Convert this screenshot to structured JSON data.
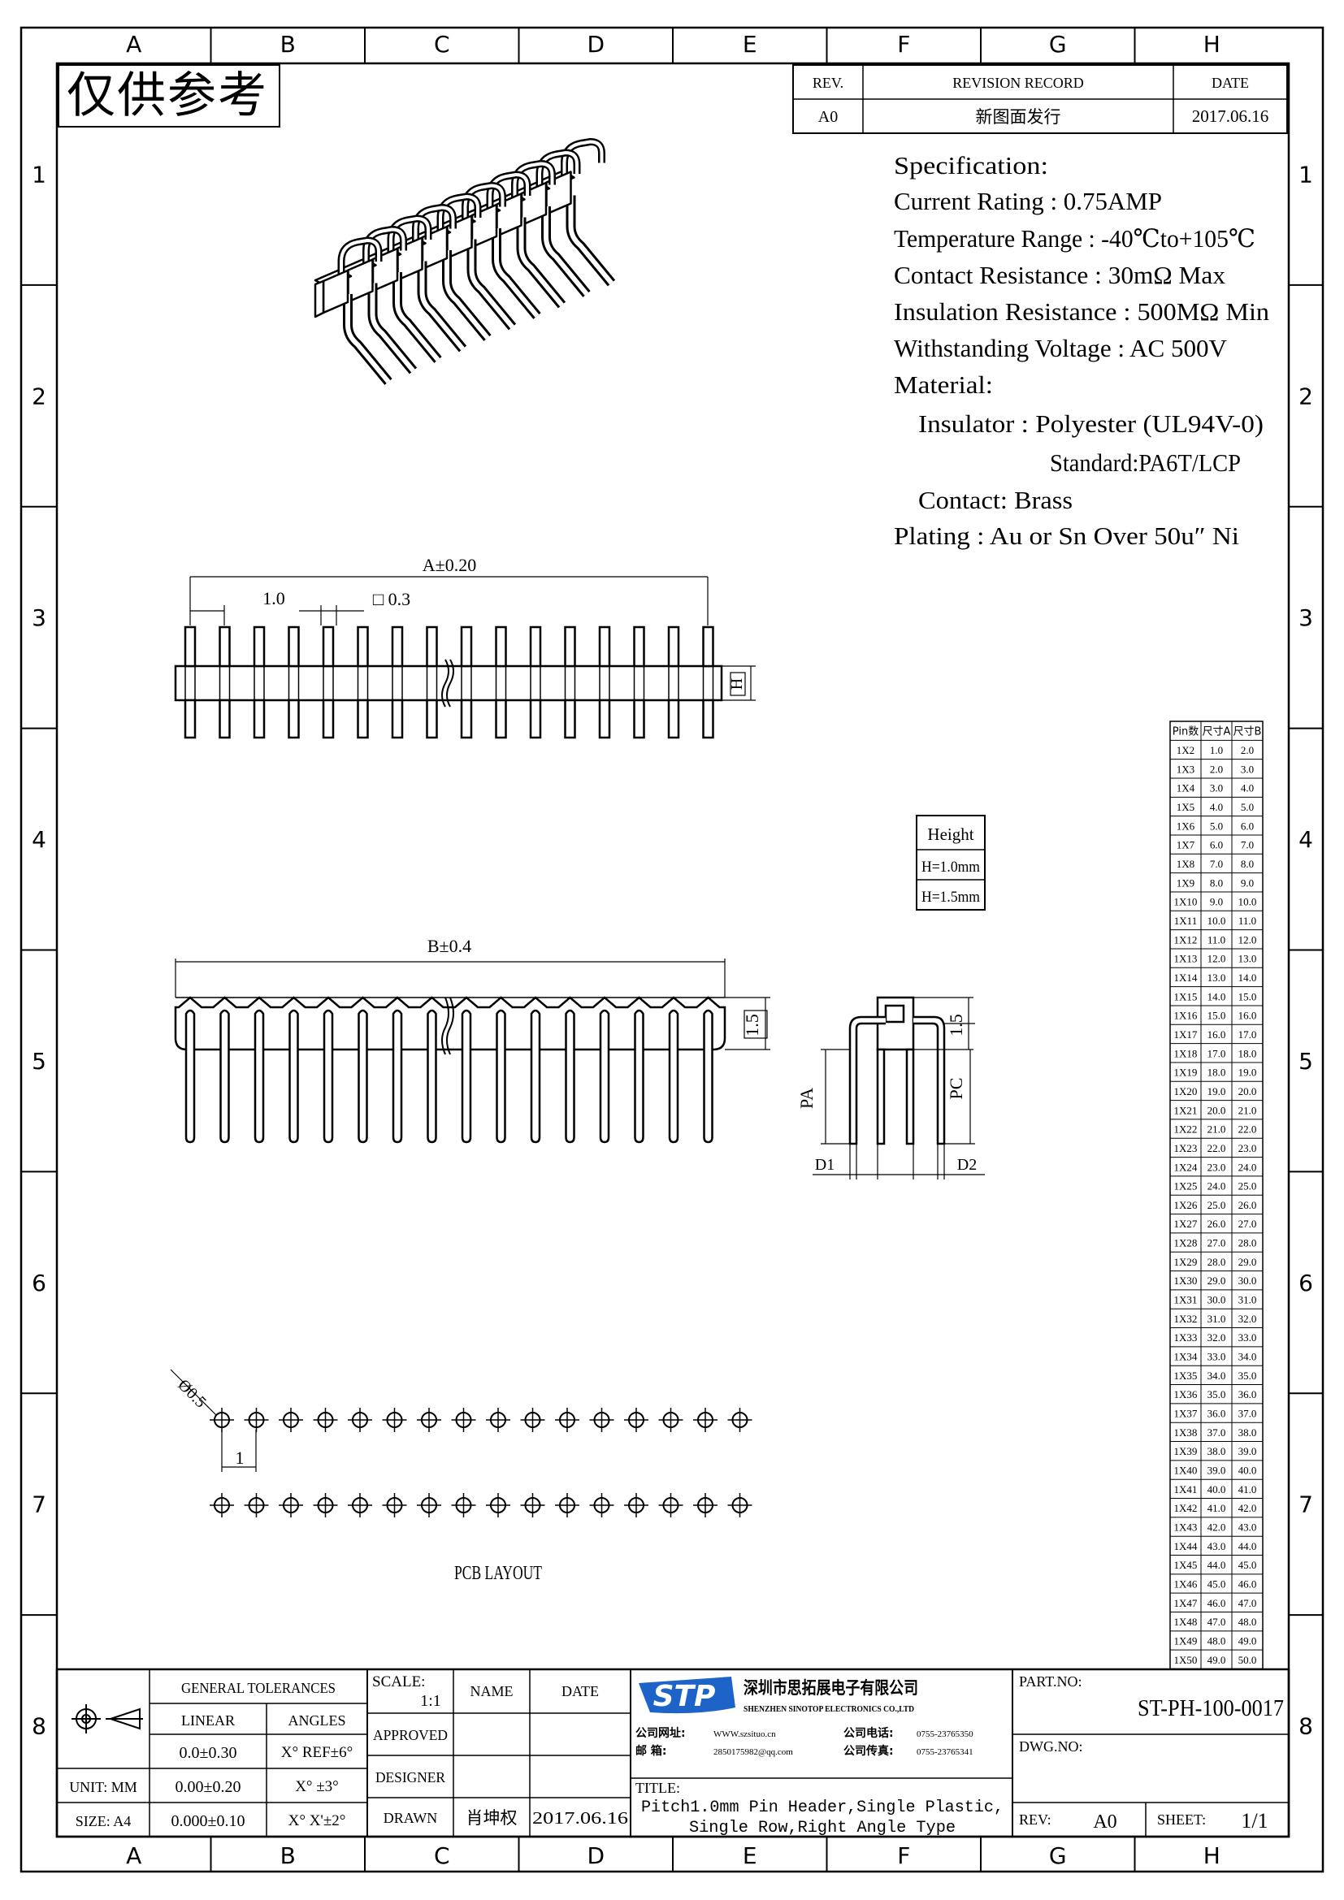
{
  "stamp": "仅供参考",
  "grid": {
    "columns": [
      "A",
      "B",
      "C",
      "D",
      "E",
      "F",
      "G",
      "H"
    ],
    "rows": [
      "1",
      "2",
      "3",
      "4",
      "5",
      "6",
      "7",
      "8"
    ]
  },
  "revision": {
    "headers": [
      "REV.",
      "REVISION RECORD",
      "DATE"
    ],
    "rows": [
      [
        "A0",
        "新图面发行",
        "2017.06.16"
      ]
    ]
  },
  "spec": {
    "heading": "Specification:",
    "lines": [
      "Current Rating : 0.75AMP",
      "Temperature Range : -40℃to+105℃",
      "Contact Resistance : 30mΩ Max",
      "Insulation Resistance : 500MΩ Min",
      "Withstanding Voltage : AC 500V",
      "Material:",
      "Insulator : Polyester (UL94V-0)",
      "Standard:PA6T/LCP",
      "Contact: Brass",
      "Plating : Au or Sn Over 50u″ Ni"
    ]
  },
  "dims": {
    "a": "A±0.20",
    "pitch": "1.0",
    "sq": "□ 0.3",
    "h": "H",
    "b": "B±0.4",
    "d15a": "1.5",
    "d15b": "1.5",
    "pa": "PA",
    "pc": "PC",
    "d1": "D1",
    "d2": "D2",
    "hole": "Ø0.5",
    "hole_pitch": "1",
    "pcb": "PCB LAYOUT"
  },
  "height_box": {
    "title": "Height",
    "options": [
      "H=1.0mm",
      "H=1.5mm"
    ]
  },
  "size_table": {
    "headers": [
      "Pin数",
      "尺寸A",
      "尺寸B"
    ],
    "rows": [
      [
        "1X2",
        "1.0",
        "2.0"
      ],
      [
        "1X3",
        "2.0",
        "3.0"
      ],
      [
        "1X4",
        "3.0",
        "4.0"
      ],
      [
        "1X5",
        "4.0",
        "5.0"
      ],
      [
        "1X6",
        "5.0",
        "6.0"
      ],
      [
        "1X7",
        "6.0",
        "7.0"
      ],
      [
        "1X8",
        "7.0",
        "8.0"
      ],
      [
        "1X9",
        "8.0",
        "9.0"
      ],
      [
        "1X10",
        "9.0",
        "10.0"
      ],
      [
        "1X11",
        "10.0",
        "11.0"
      ],
      [
        "1X12",
        "11.0",
        "12.0"
      ],
      [
        "1X13",
        "12.0",
        "13.0"
      ],
      [
        "1X14",
        "13.0",
        "14.0"
      ],
      [
        "1X15",
        "14.0",
        "15.0"
      ],
      [
        "1X16",
        "15.0",
        "16.0"
      ],
      [
        "1X17",
        "16.0",
        "17.0"
      ],
      [
        "1X18",
        "17.0",
        "18.0"
      ],
      [
        "1X19",
        "18.0",
        "19.0"
      ],
      [
        "1X20",
        "19.0",
        "20.0"
      ],
      [
        "1X21",
        "20.0",
        "21.0"
      ],
      [
        "1X22",
        "21.0",
        "22.0"
      ],
      [
        "1X23",
        "22.0",
        "23.0"
      ],
      [
        "1X24",
        "23.0",
        "24.0"
      ],
      [
        "1X25",
        "24.0",
        "25.0"
      ],
      [
        "1X26",
        "25.0",
        "26.0"
      ],
      [
        "1X27",
        "26.0",
        "27.0"
      ],
      [
        "1X28",
        "27.0",
        "28.0"
      ],
      [
        "1X29",
        "28.0",
        "29.0"
      ],
      [
        "1X30",
        "29.0",
        "30.0"
      ],
      [
        "1X31",
        "30.0",
        "31.0"
      ],
      [
        "1X32",
        "31.0",
        "32.0"
      ],
      [
        "1X33",
        "32.0",
        "33.0"
      ],
      [
        "1X34",
        "33.0",
        "34.0"
      ],
      [
        "1X35",
        "34.0",
        "35.0"
      ],
      [
        "1X36",
        "35.0",
        "36.0"
      ],
      [
        "1X37",
        "36.0",
        "37.0"
      ],
      [
        "1X38",
        "37.0",
        "38.0"
      ],
      [
        "1X39",
        "38.0",
        "39.0"
      ],
      [
        "1X40",
        "39.0",
        "40.0"
      ],
      [
        "1X41",
        "40.0",
        "41.0"
      ],
      [
        "1X42",
        "41.0",
        "42.0"
      ],
      [
        "1X43",
        "42.0",
        "43.0"
      ],
      [
        "1X44",
        "43.0",
        "44.0"
      ],
      [
        "1X45",
        "44.0",
        "45.0"
      ],
      [
        "1X46",
        "45.0",
        "46.0"
      ],
      [
        "1X47",
        "46.0",
        "47.0"
      ],
      [
        "1X48",
        "47.0",
        "48.0"
      ],
      [
        "1X49",
        "48.0",
        "49.0"
      ],
      [
        "1X50",
        "49.0",
        "50.0"
      ]
    ]
  },
  "title_block": {
    "gen_tol": "GENERAL TOLERANCES",
    "linear": "LINEAR",
    "angles": "ANGLES",
    "tol_rows": [
      [
        "0.0±0.30",
        "X° REF±6°"
      ],
      [
        "0.00±0.20",
        "X° ±3°"
      ],
      [
        "0.000±0.10",
        "X° X'±2°"
      ]
    ],
    "unit": "UNIT: MM",
    "size": "SIZE: A4",
    "scale_label": "SCALE:",
    "scale_value": "1:1",
    "name": "NAME",
    "date": "DATE",
    "approved": "APPROVED",
    "designer": "DESIGNER",
    "drawn": "DRAWN",
    "drawn_name": "肖坤权",
    "drawn_date": "2017.06.16",
    "company_cn": "深圳市思拓展电子有限公司",
    "company_en": "SHENZHEN SINOTOP ELECTRONICS CO.,LTD",
    "logo": "STP",
    "contact_left_1_label": "公司网址:",
    "contact_left_1": "WWW.szsituo.cn",
    "contact_left_2_label": "邮 箱:",
    "contact_left_2": "2850175982@qq.com",
    "contact_right_1_label": "公司电话:",
    "contact_right_1": "0755-23765350",
    "contact_right_2_label": "公司传真:",
    "contact_right_2": "0755-23765341",
    "title_label": "TITLE:",
    "title_1": "Pitch1.0mm Pin Header,Single Plastic,",
    "title_2": "Single Row,Right Angle Type",
    "part_label": "PART.NO:",
    "part_no": "ST-PH-100-0017",
    "dwg_label": "DWG.NO:",
    "rev_label": "REV:",
    "rev_value": "A0",
    "sheet_label": "SHEET:",
    "sheet_value": "1/1"
  },
  "colors": {
    "logo_blue": "#1e63c8",
    "line": "#000000"
  }
}
